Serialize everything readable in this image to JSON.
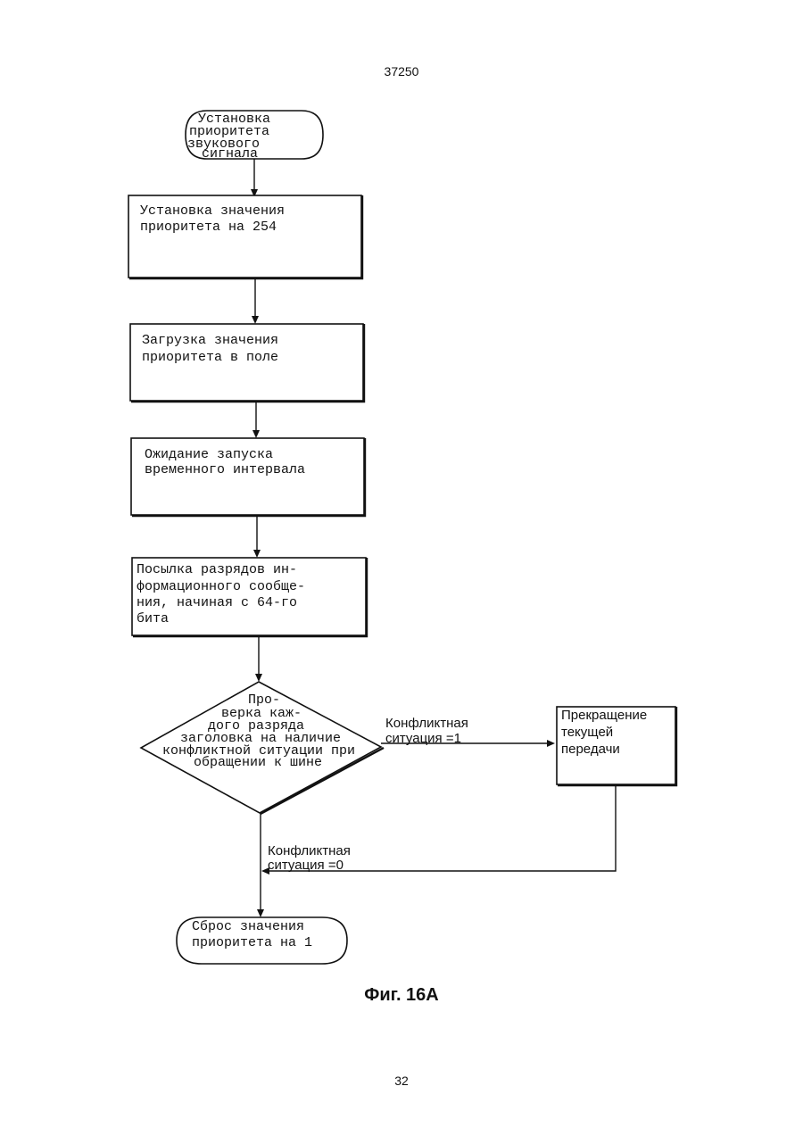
{
  "header": {
    "doc_number": "37250"
  },
  "footer": {
    "page_number": "32"
  },
  "figure": {
    "caption": "Фиг. 16А"
  },
  "flowchart": {
    "start": [
      "Установка",
      "приоритета",
      "звукового",
      "сигнала"
    ],
    "step1": [
      "Установка значения",
      "приоритета на 254"
    ],
    "step2": [
      "Загрузка значения",
      "приоритета в поле"
    ],
    "step3": [
      "Ожидание запуска",
      "временного интервала"
    ],
    "step4": [
      "Посылка разрядов ин-",
      "формационного сообще-",
      "ния, начиная с 64-го",
      "бита"
    ],
    "decision": [
      "Про-",
      "верка каж-",
      "дого разряда",
      "заголовка на наличие",
      "конфликтной ситуации при",
      "обращении к шине"
    ],
    "branch_yes": [
      "Конфликтная",
      "ситуация =1"
    ],
    "branch_no": [
      "Конфликтная",
      "ситуация =0"
    ],
    "abort": [
      "Прекращение",
      "текущей",
      "передачи"
    ],
    "end": [
      "Сброс значения",
      "приоритета на 1"
    ]
  }
}
